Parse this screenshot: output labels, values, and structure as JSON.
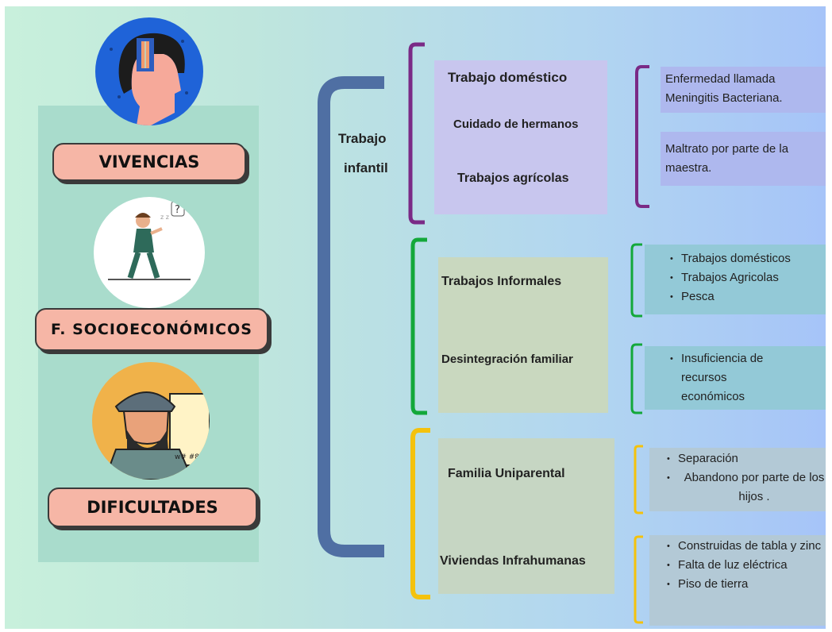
{
  "left": {
    "labels": [
      "VIVENCIAS",
      "F. SOCIOECONÓMICOS",
      "DIFICULTADES"
    ]
  },
  "root": {
    "line1": "Trabajo",
    "line2": "infantil"
  },
  "groups": [
    {
      "color": "#7a2a86",
      "items": [
        "Trabajo  doméstico",
        "Cuidado de hermanos",
        "Trabajos agrícolas"
      ],
      "notes": [
        "Enfermedad llamada Meningitis Bacteriana.",
        "Maltrato por parte de la maestra."
      ]
    },
    {
      "color": "#13a83a",
      "items": [
        "Trabajos Informales",
        "Desintegración familiar"
      ],
      "notes_a": [
        "Trabajos domésticos",
        "Trabajos Agricolas",
        " Pesca"
      ],
      "notes_b": [
        "Insuficiencia de recursos económicos"
      ]
    },
    {
      "color": "#f4c20d",
      "items": [
        "Familia Uniparental",
        "Viviendas Infrahumanas"
      ],
      "notes_a": [
        "Separación",
        "Abandono por parte de los hijos ."
      ],
      "notes_b": [
        "Construidas de tabla y zinc",
        "Falta de luz eléctrica",
        "Piso de tierra"
      ]
    }
  ],
  "colors": {
    "big_brace": "#4f6fa3",
    "pill_fill": "#f6b6a6",
    "panel": "#a9dccc"
  }
}
